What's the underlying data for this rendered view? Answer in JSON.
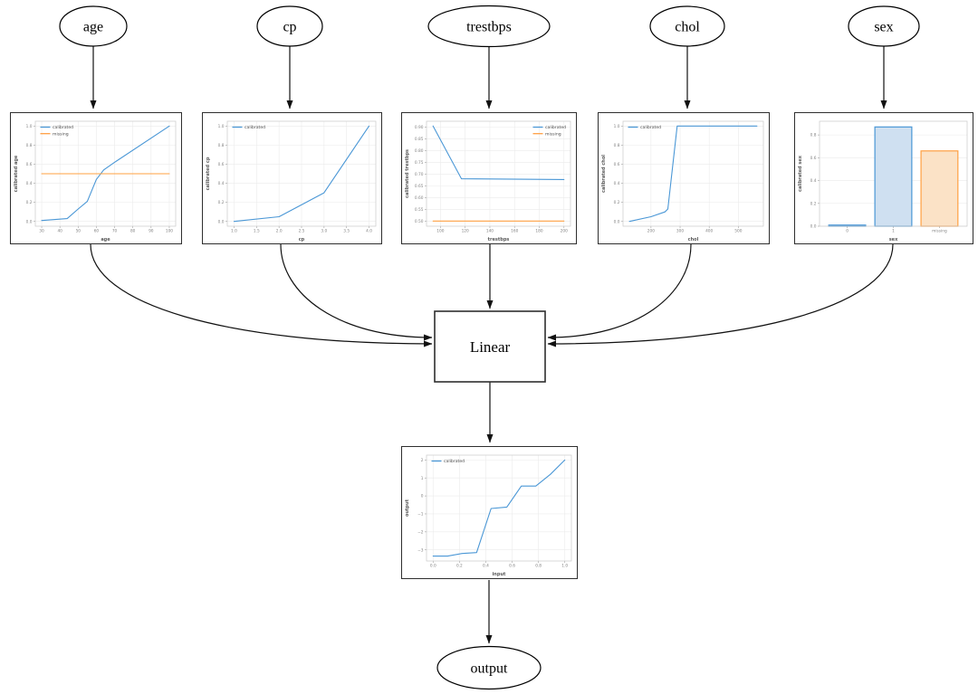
{
  "diagram": {
    "input_nodes": [
      "age",
      "cp",
      "trestbps",
      "chol",
      "sex"
    ],
    "combiner_label": "Linear",
    "output_label": "output",
    "edges": [
      {
        "from": "age",
        "to": "age-calibrator"
      },
      {
        "from": "cp",
        "to": "cp-calibrator"
      },
      {
        "from": "trestbps",
        "to": "trestbps-calibrator"
      },
      {
        "from": "chol",
        "to": "chol-calibrator"
      },
      {
        "from": "sex",
        "to": "sex-calibrator"
      },
      {
        "from": "age-calibrator",
        "to": "Linear"
      },
      {
        "from": "cp-calibrator",
        "to": "Linear"
      },
      {
        "from": "trestbps-calibrator",
        "to": "Linear"
      },
      {
        "from": "chol-calibrator",
        "to": "Linear"
      },
      {
        "from": "sex-calibrator",
        "to": "Linear"
      },
      {
        "from": "Linear",
        "to": "output-calibrator"
      },
      {
        "from": "output-calibrator",
        "to": "output"
      }
    ],
    "colors": {
      "node_border": "#000000",
      "edge": "#111111",
      "calibrated_series": "#4a97d6",
      "missing_series": "#ffa042"
    }
  },
  "chart_data": [
    {
      "id": "age",
      "type": "line",
      "title": "",
      "xlabel": "age",
      "ylabel": "calibrated age",
      "xlim": [
        26.5,
        103.5
      ],
      "ylim": [
        -0.05,
        1.05
      ],
      "xticks": {
        "values": [
          30,
          40,
          50,
          60,
          70,
          80,
          90,
          100
        ],
        "labels": [
          "30",
          "40",
          "50",
          "60",
          "70",
          "80",
          "90",
          "100"
        ]
      },
      "yticks": {
        "values": [
          0,
          0.2,
          0.4,
          0.6,
          0.8,
          1.0
        ],
        "labels": [
          "0.0",
          "0.2",
          "0.4",
          "0.6",
          "0.8",
          "1.0"
        ]
      },
      "grid": true,
      "legend": {
        "position": "nw"
      },
      "series": [
        {
          "name": "calibrated",
          "color": "#4a97d6",
          "x": [
            30,
            44,
            50,
            55,
            60,
            64,
            70,
            100
          ],
          "y": [
            0.01,
            0.03,
            0.13,
            0.21,
            0.44,
            0.54,
            0.62,
            1.0
          ]
        },
        {
          "name": "missing",
          "color": "#ffa042",
          "x": [
            30,
            100
          ],
          "y": [
            0.5,
            0.5
          ]
        }
      ]
    },
    {
      "id": "cp",
      "type": "line",
      "title": "",
      "xlabel": "cp",
      "ylabel": "calibrated cp",
      "xlim": [
        0.85,
        4.15
      ],
      "ylim": [
        -0.05,
        1.05
      ],
      "xticks": {
        "values": [
          1.0,
          1.5,
          2.0,
          2.5,
          3.0,
          3.5,
          4.0
        ],
        "labels": [
          "1.0",
          "1.5",
          "2.0",
          "2.5",
          "3.0",
          "3.5",
          "4.0"
        ]
      },
      "yticks": {
        "values": [
          0,
          0.2,
          0.4,
          0.6,
          0.8,
          1.0
        ],
        "labels": [
          "0.0",
          "0.2",
          "0.4",
          "0.6",
          "0.8",
          "1.0"
        ]
      },
      "grid": true,
      "legend": {
        "position": "nw"
      },
      "series": [
        {
          "name": "calibrated",
          "color": "#4a97d6",
          "x": [
            1.0,
            2.0,
            3.0,
            4.0
          ],
          "y": [
            0.0,
            0.05,
            0.3,
            1.0
          ]
        }
      ]
    },
    {
      "id": "trestbps",
      "type": "line",
      "title": "",
      "xlabel": "trestbps",
      "ylabel": "calibrated trestbps",
      "xlim": [
        88.7,
        205.3
      ],
      "ylim": [
        0.478,
        0.925
      ],
      "xticks": {
        "values": [
          100,
          120,
          140,
          160,
          180,
          200
        ],
        "labels": [
          "100",
          "120",
          "140",
          "160",
          "180",
          "200"
        ]
      },
      "yticks": {
        "values": [
          0.5,
          0.55,
          0.6,
          0.65,
          0.7,
          0.75,
          0.8,
          0.85,
          0.9
        ],
        "labels": [
          "0.50",
          "0.55",
          "0.60",
          "0.65",
          "0.70",
          "0.75",
          "0.80",
          "0.85",
          "0.90"
        ]
      },
      "grid": true,
      "legend": {
        "position": "ne"
      },
      "series": [
        {
          "name": "calibrated",
          "color": "#4a97d6",
          "x": [
            94,
            117,
            200
          ],
          "y": [
            0.905,
            0.68,
            0.677
          ]
        },
        {
          "name": "missing",
          "color": "#ffa042",
          "x": [
            94,
            200
          ],
          "y": [
            0.5,
            0.5
          ]
        }
      ]
    },
    {
      "id": "chol",
      "type": "line",
      "title": "",
      "xlabel": "chol",
      "ylabel": "calibrated chol",
      "xlim": [
        104,
        586
      ],
      "ylim": [
        -0.05,
        1.05
      ],
      "xticks": {
        "values": [
          200,
          300,
          400,
          500
        ],
        "labels": [
          "200",
          "300",
          "400",
          "500"
        ]
      },
      "yticks": {
        "values": [
          0,
          0.2,
          0.4,
          0.6,
          0.8,
          1.0
        ],
        "labels": [
          "0.0",
          "0.2",
          "0.4",
          "0.6",
          "0.8",
          "1.0"
        ]
      },
      "grid": true,
      "legend": {
        "position": "nw"
      },
      "series": [
        {
          "name": "calibrated",
          "color": "#4a97d6",
          "x": [
            126,
            200,
            248,
            258,
            290,
            564
          ],
          "y": [
            0.0,
            0.05,
            0.1,
            0.13,
            1.0,
            1.0
          ]
        }
      ]
    },
    {
      "id": "sex",
      "type": "bar",
      "title": "",
      "xlabel": "sex",
      "ylabel": "calibrated sex",
      "categories": [
        "0",
        "1",
        "missing"
      ],
      "values": [
        0.01,
        0.87,
        0.66
      ],
      "ylim": [
        0,
        0.92
      ],
      "yticks": {
        "values": [
          0,
          0.2,
          0.4,
          0.6,
          0.8
        ],
        "labels": [
          "0.0",
          "0.2",
          "0.4",
          "0.6",
          "0.8"
        ]
      },
      "grid": true,
      "bar_fill": [
        "#cfe0f1",
        "#cfe0f1",
        "#fbe2c6"
      ],
      "bar_edge": [
        "#4a97d6",
        "#4a97d6",
        "#ffa042"
      ]
    },
    {
      "id": "output",
      "type": "line",
      "title": "",
      "xlabel": "input",
      "ylabel": "output",
      "xlim": [
        -0.05,
        1.05
      ],
      "ylim": [
        -3.62,
        2.27
      ],
      "xticks": {
        "values": [
          0,
          0.2,
          0.4,
          0.6,
          0.8,
          1.0
        ],
        "labels": [
          "0.0",
          "0.2",
          "0.4",
          "0.6",
          "0.8",
          "1.0"
        ]
      },
      "yticks": {
        "values": [
          -3,
          -2,
          -1,
          0,
          1,
          2
        ],
        "labels": [
          "−3",
          "−2",
          "−1",
          "0",
          "1",
          "2"
        ]
      },
      "grid": true,
      "legend": {
        "position": "nw"
      },
      "series": [
        {
          "name": "calibrated",
          "color": "#4a97d6",
          "x": [
            0,
            0.11,
            0.22,
            0.33,
            0.44,
            0.56,
            0.67,
            0.78,
            0.89,
            1.0
          ],
          "y": [
            -3.35,
            -3.35,
            -3.2,
            -3.15,
            -0.7,
            -0.62,
            0.55,
            0.55,
            1.2,
            2.0
          ]
        }
      ]
    }
  ]
}
